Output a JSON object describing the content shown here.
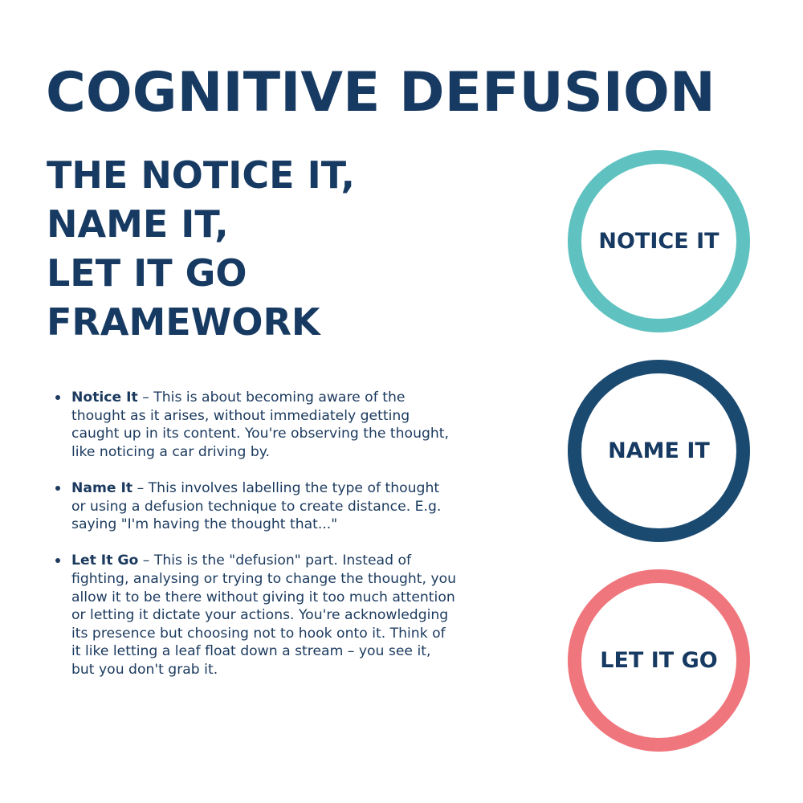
{
  "title": "COGNITIVE DEFUSION",
  "subtitle_lines": [
    "THE NOTICE IT,",
    "NAME IT,",
    "LET IT GO",
    "FRAMEWORK"
  ],
  "bullets": [
    {
      "term": "Notice It",
      "text": " – This is about becoming aware of the thought as it arises, without immediately getting caught up in its content. You're observing the thought, like noticing a car driving by."
    },
    {
      "term": "Name It",
      "text": " –  This involves labelling the type of thought or using a defusion technique to create distance. E.g. saying \"I'm having the thought that...\""
    },
    {
      "term": "Let It Go",
      "text": " – This is the \"defusion\" part. Instead of fighting, analysing or trying to change the thought, you allow it to be there without giving it too much attention or letting it dictate your actions. You're acknowledging its presence but choosing not to hook onto it. Think of it like letting a leaf float down a stream – you see it, but you don't grab it."
    }
  ],
  "circles": [
    {
      "label": "NOTICE IT",
      "color": "#5fc2c0"
    },
    {
      "label": "NAME IT",
      "color": "#1b4a71"
    },
    {
      "label": "LET IT GO",
      "color": "#f0767d"
    }
  ],
  "colors": {
    "heading": "#173a62",
    "body_text": "#1b3a5e",
    "background": "#ffffff"
  }
}
